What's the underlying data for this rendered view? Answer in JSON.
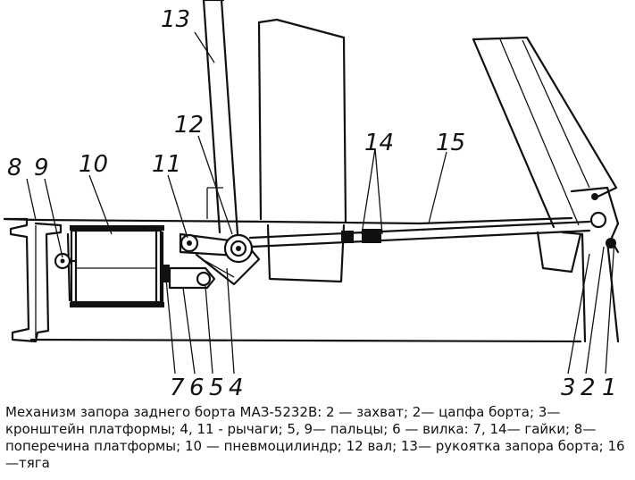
{
  "diagram": {
    "labels": {
      "l13": "13",
      "l12": "12",
      "l14": "14",
      "l15": "15",
      "l8": "8",
      "l9": "9",
      "l10": "10",
      "l11": "11",
      "l7": "7",
      "l6": "6",
      "l5": "5",
      "l4": "4",
      "l3": "3",
      "l2": "2",
      "l1": "1"
    },
    "caption": "Механизм запора заднего борта МАЗ-5232В: 2 — захват; 2— цапфа борта; 3— кронштейн платформы; 4, 11 - рычаги; 5, 9— пальцы; 6 — вилка: 7, 14— гайки; 8— поперечина платформы; 10 — пневмоцилиндр; 12 вал; 13— рукоятка запора борта; 16—тяга"
  }
}
